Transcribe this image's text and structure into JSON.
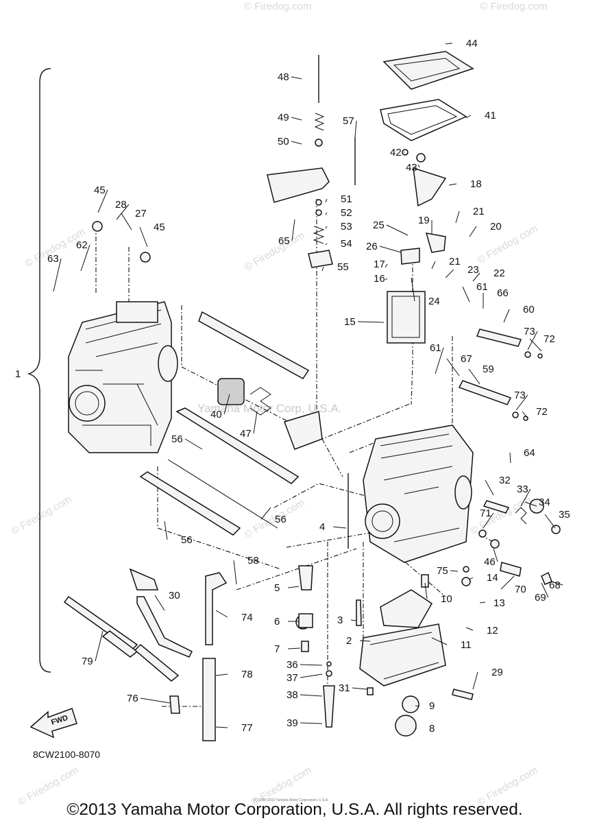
{
  "diagram": {
    "callouts": [
      {
        "id": "44",
        "label": "44"
      },
      {
        "id": "48",
        "label": "48"
      },
      {
        "id": "41",
        "label": "41"
      },
      {
        "id": "49",
        "label": "49"
      },
      {
        "id": "57",
        "label": "57"
      },
      {
        "id": "50",
        "label": "50"
      },
      {
        "id": "42",
        "label": "42"
      },
      {
        "id": "43",
        "label": "43"
      },
      {
        "id": "18",
        "label": "18"
      },
      {
        "id": "51",
        "label": "51"
      },
      {
        "id": "52",
        "label": "52"
      },
      {
        "id": "21a",
        "label": "21"
      },
      {
        "id": "45a",
        "label": "45"
      },
      {
        "id": "28",
        "label": "28"
      },
      {
        "id": "27",
        "label": "27"
      },
      {
        "id": "53",
        "label": "53"
      },
      {
        "id": "19",
        "label": "19"
      },
      {
        "id": "20",
        "label": "20"
      },
      {
        "id": "25",
        "label": "25"
      },
      {
        "id": "45b",
        "label": "45"
      },
      {
        "id": "65",
        "label": "65"
      },
      {
        "id": "54",
        "label": "54"
      },
      {
        "id": "62",
        "label": "62"
      },
      {
        "id": "26",
        "label": "26"
      },
      {
        "id": "21b",
        "label": "21"
      },
      {
        "id": "63",
        "label": "63"
      },
      {
        "id": "17",
        "label": "17"
      },
      {
        "id": "55",
        "label": "55"
      },
      {
        "id": "23",
        "label": "23"
      },
      {
        "id": "16",
        "label": "16"
      },
      {
        "id": "22",
        "label": "22"
      },
      {
        "id": "24",
        "label": "24"
      },
      {
        "id": "61a",
        "label": "61"
      },
      {
        "id": "66",
        "label": "66"
      },
      {
        "id": "15",
        "label": "15"
      },
      {
        "id": "60",
        "label": "60"
      },
      {
        "id": "73a",
        "label": "73"
      },
      {
        "id": "72a",
        "label": "72"
      },
      {
        "id": "61b",
        "label": "61"
      },
      {
        "id": "67",
        "label": "67"
      },
      {
        "id": "59",
        "label": "59"
      },
      {
        "id": "1",
        "label": "1"
      },
      {
        "id": "73b",
        "label": "73"
      },
      {
        "id": "40",
        "label": "40"
      },
      {
        "id": "47",
        "label": "47"
      },
      {
        "id": "72b",
        "label": "72"
      },
      {
        "id": "56a",
        "label": "56"
      },
      {
        "id": "64",
        "label": "64"
      },
      {
        "id": "32",
        "label": "32"
      },
      {
        "id": "33",
        "label": "33"
      },
      {
        "id": "34",
        "label": "34"
      },
      {
        "id": "56b",
        "label": "56"
      },
      {
        "id": "35",
        "label": "35"
      },
      {
        "id": "4",
        "label": "4"
      },
      {
        "id": "71",
        "label": "71"
      },
      {
        "id": "56c",
        "label": "56"
      },
      {
        "id": "46",
        "label": "46"
      },
      {
        "id": "58",
        "label": "58"
      },
      {
        "id": "75",
        "label": "75"
      },
      {
        "id": "14",
        "label": "14"
      },
      {
        "id": "68",
        "label": "68"
      },
      {
        "id": "5",
        "label": "5"
      },
      {
        "id": "70",
        "label": "70"
      },
      {
        "id": "69",
        "label": "69"
      },
      {
        "id": "30",
        "label": "30"
      },
      {
        "id": "10",
        "label": "10"
      },
      {
        "id": "13",
        "label": "13"
      },
      {
        "id": "74",
        "label": "74"
      },
      {
        "id": "6",
        "label": "6"
      },
      {
        "id": "3",
        "label": "3"
      },
      {
        "id": "12",
        "label": "12"
      },
      {
        "id": "11",
        "label": "11"
      },
      {
        "id": "2",
        "label": "2"
      },
      {
        "id": "7",
        "label": "7"
      },
      {
        "id": "79",
        "label": "79"
      },
      {
        "id": "36",
        "label": "36"
      },
      {
        "id": "78",
        "label": "78"
      },
      {
        "id": "29",
        "label": "29"
      },
      {
        "id": "37",
        "label": "37"
      },
      {
        "id": "31",
        "label": "31"
      },
      {
        "id": "38",
        "label": "38"
      },
      {
        "id": "76",
        "label": "76"
      },
      {
        "id": "9",
        "label": "9"
      },
      {
        "id": "39",
        "label": "39"
      },
      {
        "id": "77",
        "label": "77"
      },
      {
        "id": "8",
        "label": "8"
      }
    ],
    "diagram_code": "8CW2100-8070",
    "fwd_label": "FWD",
    "center_watermark": "Yamaha Motor Corp, U.S.A.",
    "watermark": "© Firedog.com",
    "tiny_notice": "(c) 2000-2010 Yamaha Motor Corporation, U.S.A.",
    "copyright": "©2013 Yamaha Motor Corporation, U.S.A. All rights reserved."
  }
}
